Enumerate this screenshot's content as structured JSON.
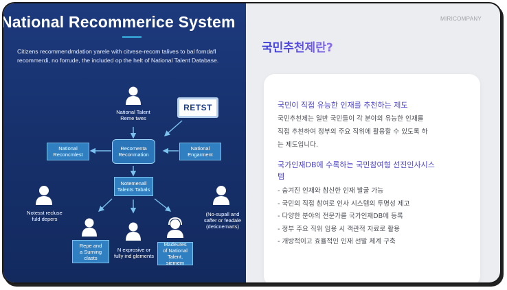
{
  "infographic": {
    "title": "National Recommerice System",
    "desc_line1": "Citizens recommendmdation yarele with citvese-recom talives to bal forndafl",
    "desc_line2": "recommerdi, no forrude, the included op the helt of National Talent Database.",
    "retst": "RETST",
    "nodes": {
      "left": [
        "National",
        "Reconcmlest"
      ],
      "center": [
        "Recomenta",
        "Reconmation"
      ],
      "right": [
        "National",
        "Engarment"
      ],
      "mid": [
        "Notemenall",
        "Talents Tabals"
      ]
    },
    "people": {
      "top": [
        "National Talent",
        "Reme twes"
      ],
      "left": [
        "Notesst recluse",
        "fuld depers"
      ],
      "right": [
        "(No-supall and",
        "saffer or feadale",
        "(deticnemarts)"
      ],
      "bottom_left": [
        "N exprosive or",
        "fully ind glements"
      ],
      "box_left": [
        "Repe and",
        "a Surning",
        "clasts"
      ],
      "box_right": [
        "Madeures",
        "of National",
        "Talent, siemem"
      ]
    }
  },
  "brand": "MIRICOMPANY",
  "heading": "국민추천제란?",
  "card": {
    "subtitle1": "국민이 직접 유능한 인재를 추천하는 제도",
    "body": [
      "국민추천제는 일반 국민들이 각 분야의 유능한 인재를",
      "직접 추천하여 정부의 주요 직위에 활용할 수 있도록 하",
      "는 제도입니다."
    ],
    "subtitle2_line1": "국가인재DB에 수록하는 국민참여형 선진인사시스",
    "subtitle2_line2": "템",
    "bullets": [
      "- 숨겨진 인재와 참신한 인재 발굴 가능",
      "- 국민의 직접 참여로 인사 시스템의 투명성 제고",
      "- 다양한 분야의 전문가를 국가인재DB에 등록",
      "- 정부 주요 직위 임용 시 객관적 자료로 활용",
      "- 개방적이고 효율적인 인재 선발 체계 구축"
    ]
  },
  "colors": {
    "panel": "#17316d",
    "accent": "#2f7fc1",
    "heading": "#4d45c7"
  }
}
